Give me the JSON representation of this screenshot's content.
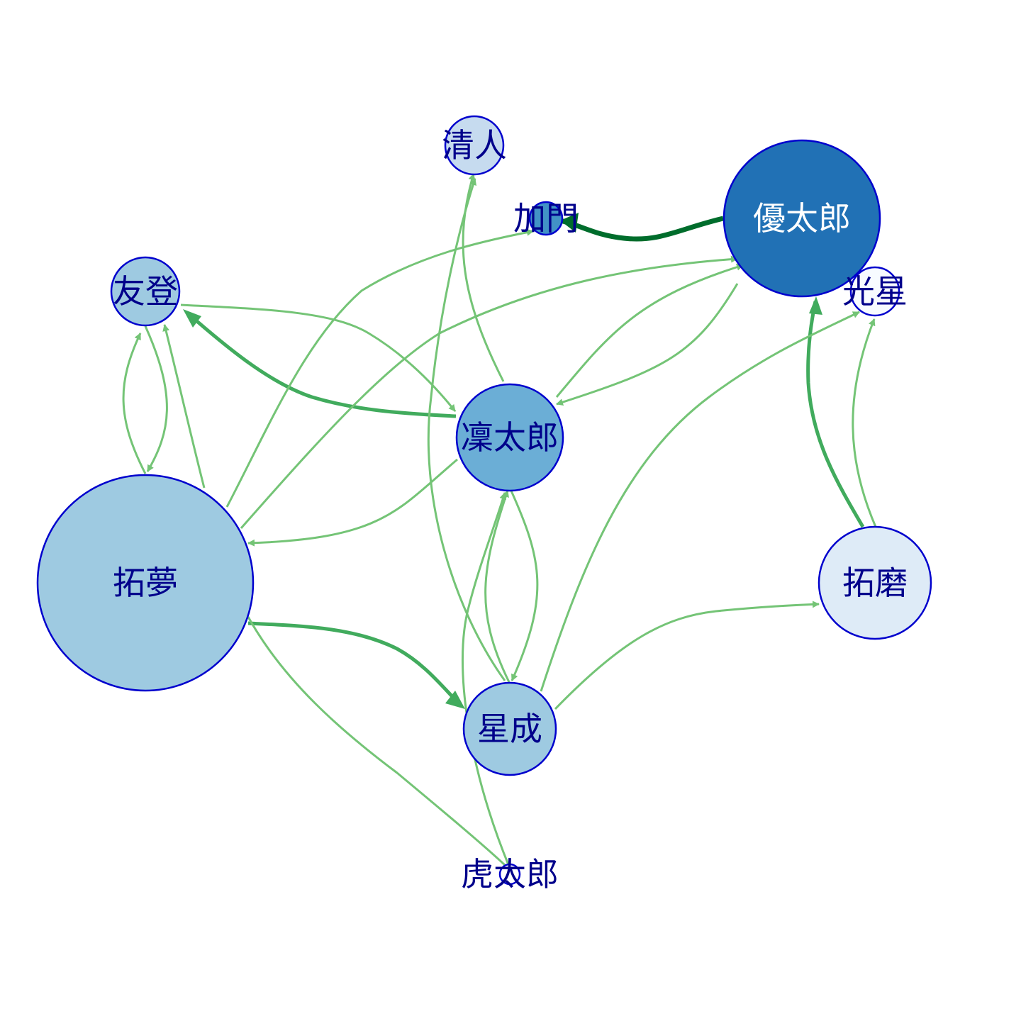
{
  "graph": {
    "directed": true,
    "colors": {
      "node_stroke": "#0000cd",
      "label_dark": "#00008b",
      "label_light": "#ffffff"
    },
    "nodes": [
      {
        "id": "yutaro",
        "label": "優太郎",
        "fill": "#2171b5",
        "label_color": "#ffffff"
      },
      {
        "id": "takumu",
        "label": "拓夢",
        "fill": "#9ecae1",
        "label_color": "#00008b"
      },
      {
        "id": "rintaro",
        "label": "凜太郎",
        "fill": "#6baed6",
        "label_color": "#00008b"
      },
      {
        "id": "kiyoto",
        "label": "清人",
        "fill": "#c6dbef",
        "label_color": "#00008b"
      },
      {
        "id": "kamon",
        "label": "加門",
        "fill": "#4292c6",
        "label_color": "#00008b"
      },
      {
        "id": "tomoto",
        "label": "友登",
        "fill": "#9ecae1",
        "label_color": "#00008b"
      },
      {
        "id": "kosei",
        "label": "光星",
        "fill": "#f7fbff",
        "label_color": "#00008b"
      },
      {
        "id": "seisei",
        "label": "星成",
        "fill": "#9ecae1",
        "label_color": "#00008b"
      },
      {
        "id": "takuma",
        "label": "拓磨",
        "fill": "#deebf7",
        "label_color": "#00008b"
      },
      {
        "id": "kotaro",
        "label": "虎太郎",
        "fill": "#ffffff",
        "label_color": "#00008b"
      }
    ],
    "edges": [
      {
        "from": "yutaro",
        "to": "kamon",
        "weight": 5,
        "color": "#006d2c"
      },
      {
        "from": "rintaro",
        "to": "tomoto",
        "weight": 3,
        "color": "#41ab5d"
      },
      {
        "from": "takumu",
        "to": "seisei",
        "weight": 3,
        "color": "#41ab5d"
      },
      {
        "from": "takuma",
        "to": "yutaro",
        "weight": 3,
        "color": "#41ab5d"
      },
      {
        "from": "tomoto",
        "to": "takumu",
        "weight": 2,
        "color": "#74c476"
      },
      {
        "from": "takumu",
        "to": "tomoto",
        "weight": 2,
        "color": "#74c476"
      },
      {
        "from": "takumu",
        "to": "tomoto",
        "weight": 2,
        "color": "#74c476"
      },
      {
        "from": "tomoto",
        "to": "rintaro",
        "weight": 2,
        "color": "#74c476"
      },
      {
        "from": "takumu",
        "to": "kamon",
        "weight": 2,
        "color": "#74c476"
      },
      {
        "from": "takumu",
        "to": "yutaro",
        "weight": 2,
        "color": "#74c476"
      },
      {
        "from": "rintaro",
        "to": "takumu",
        "weight": 2,
        "color": "#74c476"
      },
      {
        "from": "rintaro",
        "to": "kiyoto",
        "weight": 2,
        "color": "#74c476"
      },
      {
        "from": "rintaro",
        "to": "yutaro",
        "weight": 2,
        "color": "#74c476"
      },
      {
        "from": "yutaro",
        "to": "rintaro",
        "weight": 2,
        "color": "#74c476"
      },
      {
        "from": "rintaro",
        "to": "seisei",
        "weight": 2,
        "color": "#74c476"
      },
      {
        "from": "seisei",
        "to": "rintaro",
        "weight": 2,
        "color": "#74c476"
      },
      {
        "from": "seisei",
        "to": "kiyoto",
        "weight": 2,
        "color": "#74c476"
      },
      {
        "from": "seisei",
        "to": "kosei",
        "weight": 2,
        "color": "#74c476"
      },
      {
        "from": "seisei",
        "to": "takuma",
        "weight": 2,
        "color": "#74c476"
      },
      {
        "from": "takuma",
        "to": "kosei",
        "weight": 2,
        "color": "#74c476"
      },
      {
        "from": "kotaro",
        "to": "rintaro",
        "weight": 2,
        "color": "#74c476"
      },
      {
        "from": "takumu",
        "to": "kotaro",
        "weight": 2,
        "color": "#74c476"
      }
    ]
  }
}
